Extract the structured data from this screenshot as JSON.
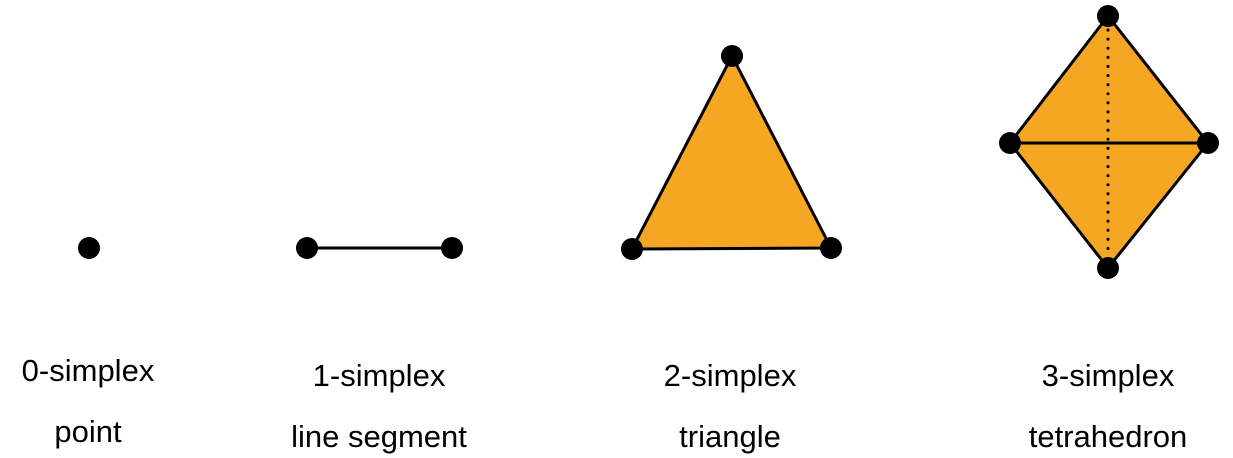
{
  "colors": {
    "fill": "#F5A623",
    "stroke": "#000000",
    "background": "#FFFFFF"
  },
  "simplices": [
    {
      "name": "0-simplex",
      "description": "point"
    },
    {
      "name": "1-simplex",
      "description": "line segment"
    },
    {
      "name": "2-simplex",
      "description": "triangle"
    },
    {
      "name": "3-simplex",
      "description": "tetrahedron"
    }
  ]
}
